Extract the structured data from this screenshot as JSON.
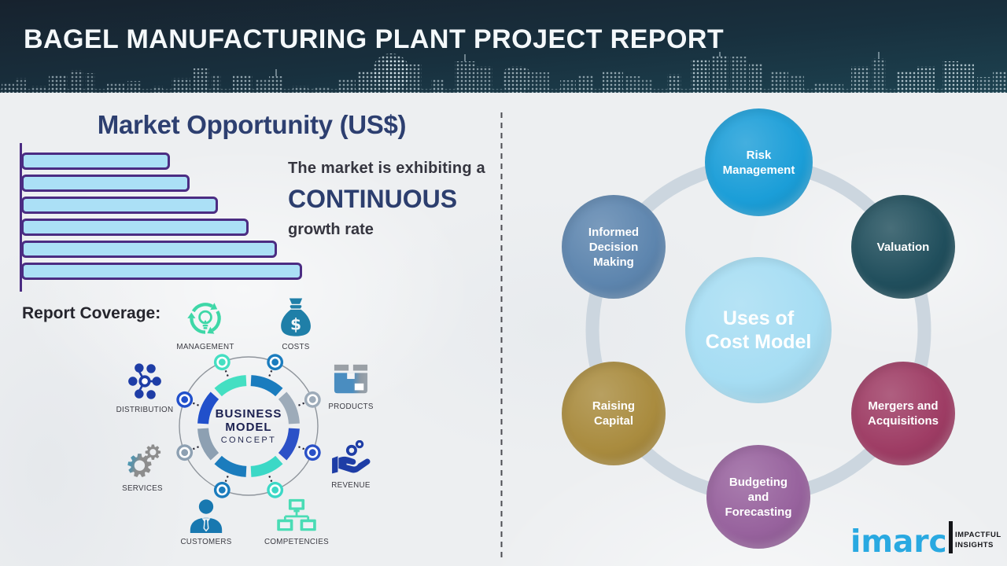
{
  "header": {
    "title": "BAGEL MANUFACTURING PLANT PROJECT REPORT"
  },
  "left": {
    "section_title": "Market Opportunity (US$)",
    "growth_note": {
      "line1": "The market is exhibiting a",
      "line2": "CONTINUOUS",
      "line3": "growth rate"
    },
    "report_coverage_label": "Report Coverage:",
    "coverage_items": [
      {
        "label": "MANAGEMENT",
        "icon": "management-cycle-bulb-icon",
        "color": "#3ed7a7"
      },
      {
        "label": "COSTS",
        "icon": "money-bag-icon",
        "color": "#1f7fa8"
      },
      {
        "label": "DISTRIBUTION",
        "icon": "network-nodes-icon",
        "color": "#1e3da6"
      },
      {
        "label": "PRODUCTS",
        "icon": "package-box-icon",
        "color": "#4a8dc0"
      },
      {
        "label": "SERVICES",
        "icon": "gears-icon",
        "color": "#8d8d8d"
      },
      {
        "label": "REVENUE",
        "icon": "hand-coins-icon",
        "color": "#1e3da6"
      },
      {
        "label": "CUSTOMERS",
        "icon": "person-icon",
        "color": "#1878b0"
      },
      {
        "label": "COMPETENCIES",
        "icon": "org-chart-icon",
        "color": "#4adcb5"
      }
    ],
    "business_model": {
      "title_line1": "BUSINESS",
      "title_line2": "MODEL",
      "subtitle": "CONCEPT",
      "segments": [
        {
          "position": "right-upper",
          "color": "#9dabb9"
        },
        {
          "position": "top-right",
          "color": "#1a7cbe"
        },
        {
          "position": "top-left",
          "color": "#44dfc2"
        },
        {
          "position": "left-upper",
          "color": "#2150cb"
        },
        {
          "position": "left-lower",
          "color": "#8da0b2"
        },
        {
          "position": "bottom-left",
          "color": "#1b7cbd"
        },
        {
          "position": "bottom-right",
          "color": "#3bd8c6"
        },
        {
          "position": "right-lower",
          "color": "#2b51c7"
        }
      ]
    }
  },
  "right": {
    "hub": {
      "label_line1": "Uses of",
      "label_line2": "Cost Model",
      "color": "#a6ddf3"
    },
    "satellites": [
      {
        "label": "Risk Management",
        "color": "#1b9ed8"
      },
      {
        "label": "Valuation",
        "color": "#204e5c"
      },
      {
        "label": "Mergers and Acquisitions",
        "color": "#9e3c64"
      },
      {
        "label": "Budgeting and Forecasting",
        "color": "#97629d"
      },
      {
        "label": "Raising Capital",
        "color": "#a98b3e"
      },
      {
        "label": "Informed Decision Making",
        "color": "#5d85ae"
      }
    ],
    "logo": {
      "wordmark": "imarc",
      "tagline_line1": "IMPACTFUL",
      "tagline_line2": "INSIGHTS",
      "color": "#29a9e1"
    }
  },
  "chart_data": {
    "type": "bar",
    "orientation": "horizontal",
    "title": "Market Opportunity (US$)",
    "categories": [
      "",
      "",
      "",
      "",
      "",
      ""
    ],
    "values": [
      53,
      60,
      70,
      81,
      91,
      100
    ],
    "unit": "relative (no axis labels shown)",
    "bar_fill": "#abe0f6",
    "bar_border": "#4b2c82",
    "annotation": "The market is exhibiting a CONTINUOUS growth rate",
    "legend": false,
    "grid": false
  }
}
